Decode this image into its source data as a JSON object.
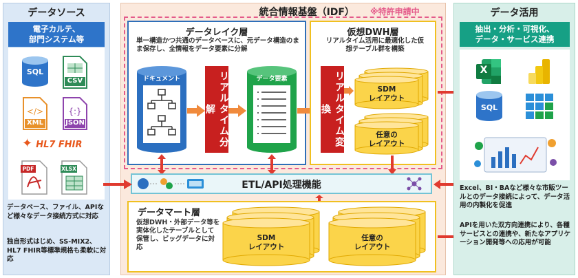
{
  "left": {
    "title": "データソース",
    "header": "電子カルテ、\n部門システム等",
    "icons": {
      "sql": "SQL",
      "csv": "CSV",
      "xml": "XML",
      "json": "JSON",
      "hl7": "HL7 FHIR",
      "pdf": "PDF",
      "xlsx": "XLSX"
    },
    "desc1": "データベース、ファイル、APIなど様々なデータ接続方式に対応",
    "desc2": "独自形式はじめ、SS-MIX2、HL7 FHIR等標準規格も柔軟に対応"
  },
  "center": {
    "title": "統合情報基盤（IDF）",
    "patent": "※特許申請中",
    "lake": {
      "title": "データレイク層",
      "desc": "単一構造かつ共通のデータベースに、元データ構造のまま保存し、全情報をデータ要素に分解",
      "doc_label": "ドキュメント",
      "elem_label": "データ要素",
      "bar": "リアルタイム分解"
    },
    "dwh": {
      "title": "仮想DWH層",
      "desc": "リアルタイム活用に最適化した仮想テーブル群を構築",
      "bar": "リアルタイム変換",
      "sdm": "SDM\nレイアウト",
      "any": "任意の\nレイアウト"
    },
    "etl": "ETL/API処理機能",
    "mart": {
      "title": "データマート層",
      "desc": "仮想DWH・外部データ等を実体化したテーブルとして保管し、ビッグデータに対応",
      "sdm": "SDM\nレイアウト",
      "any": "任意の\nレイアウト"
    }
  },
  "right": {
    "title": "データ活用",
    "header": "抽出・分析・可視化、\nデータ・サービス連携",
    "icons": {
      "excel": "X",
      "sql": "SQL"
    },
    "desc1": "Excel、BI・BAなど様々な市販ツールとのデータ接続によって、データ活用の内製化を促進",
    "desc2": "APIを用いた双方向連携により、各種サービスとの連携や、新たなアプリケーション開発等への応用が可能"
  },
  "colors": {
    "blue": "#2e74c9",
    "green": "#16a085",
    "red": "#c8201f",
    "gold": "#f0c020",
    "arrow": "#e03a2f"
  }
}
